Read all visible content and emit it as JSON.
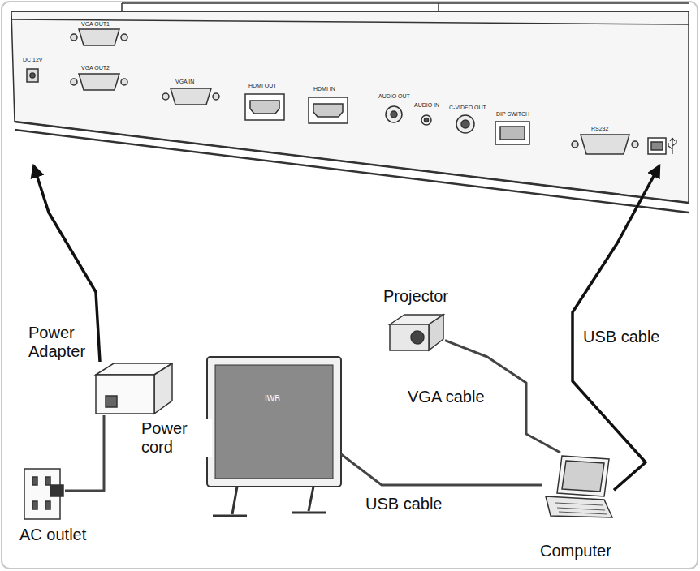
{
  "diagram": {
    "nodes": [
      {
        "text": [
          "DC 12V",
          "VGA OUT1",
          "VGA OUT2",
          "VGA IN",
          "HDMI OUT",
          "HDMI IN",
          "AUDIO OUT",
          "AUDIO IN",
          "C-VIDEO OUT",
          "DIP SWITCH",
          "RS232"
        ]
      },
      {
        "text": [
          "Power Adapter"
        ]
      },
      {
        "text": [
          "AC outlet"
        ]
      },
      {
        "text": [
          "IWB"
        ]
      },
      {
        "text": [
          "Projector"
        ]
      },
      {
        "text": [
          "Computer"
        ]
      }
    ],
    "edges": [
      {
        "from": 1,
        "to": 0,
        "arrow": "to"
      },
      {
        "from": 1,
        "to": 2,
        "label": "Power cord",
        "arrow": "none"
      },
      {
        "from": 3,
        "to": 5,
        "label": "USB cable",
        "arrow": "none"
      },
      {
        "from": 4,
        "to": 5,
        "label": "VGA cable",
        "arrow": "none"
      },
      {
        "from": 5,
        "to": 0,
        "label": "USB cable",
        "arrow": "to"
      }
    ]
  }
}
